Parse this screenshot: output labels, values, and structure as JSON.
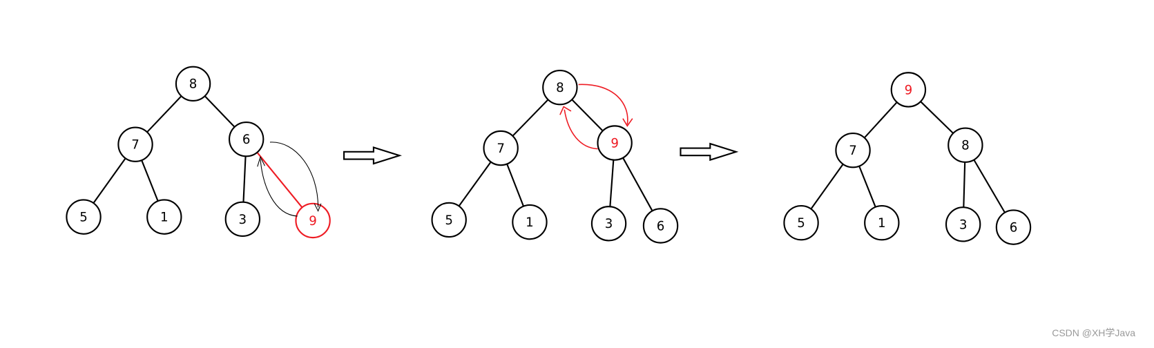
{
  "colors": {
    "line": "#000000",
    "highlight": "#ee1c24",
    "watermark": "#999999"
  },
  "trees": [
    {
      "name": "before-swap",
      "nodes": [
        {
          "label": "8",
          "color": "#000000"
        },
        {
          "label": "7",
          "color": "#000000"
        },
        {
          "label": "6",
          "color": "#000000"
        },
        {
          "label": "5",
          "color": "#000000"
        },
        {
          "label": "1",
          "color": "#000000"
        },
        {
          "label": "3",
          "color": "#000000"
        },
        {
          "label": "9",
          "color": "#ee1c24",
          "ring": "#ee1c24"
        }
      ]
    },
    {
      "name": "after-first-swap",
      "nodes": [
        {
          "label": "8",
          "color": "#000000"
        },
        {
          "label": "7",
          "color": "#000000"
        },
        {
          "label": "9",
          "color": "#ee1c24"
        },
        {
          "label": "5",
          "color": "#000000"
        },
        {
          "label": "1",
          "color": "#000000"
        },
        {
          "label": "3",
          "color": "#000000"
        },
        {
          "label": "6",
          "color": "#000000"
        }
      ]
    },
    {
      "name": "final-heap",
      "nodes": [
        {
          "label": "9",
          "color": "#ee1c24"
        },
        {
          "label": "7",
          "color": "#000000"
        },
        {
          "label": "8",
          "color": "#000000"
        },
        {
          "label": "5",
          "color": "#000000"
        },
        {
          "label": "1",
          "color": "#000000"
        },
        {
          "label": "3",
          "color": "#000000"
        },
        {
          "label": "6",
          "color": "#000000"
        }
      ]
    }
  ],
  "watermark": "CSDN @XH学Java"
}
